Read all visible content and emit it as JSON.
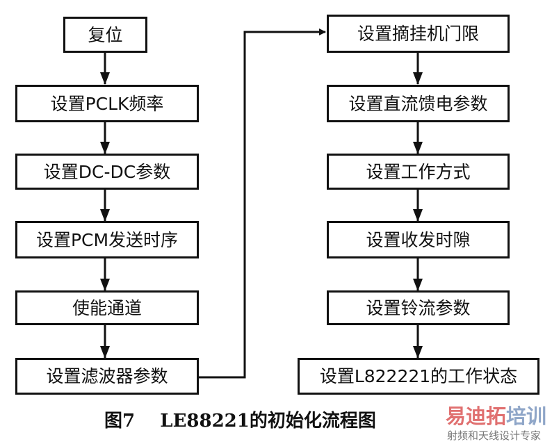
{
  "left_steps": [
    "复位",
    "设置PCLK频率",
    "设置DC-DC参数",
    "设置PCM发送时序",
    "使能通道",
    "设置滤波器参数"
  ],
  "right_steps": [
    "设置摘挂机门限",
    "设置直流馈电参数",
    "设置工作方式",
    "设置收发时隙",
    "设置铃流参数",
    "设置L822221的工作状态"
  ],
  "caption": "图7    LE88221的初始化流程图",
  "watermark": {
    "brand_a": "易迪拓",
    "brand_b": "培训",
    "tagline": "射频和天线设计专家"
  }
}
